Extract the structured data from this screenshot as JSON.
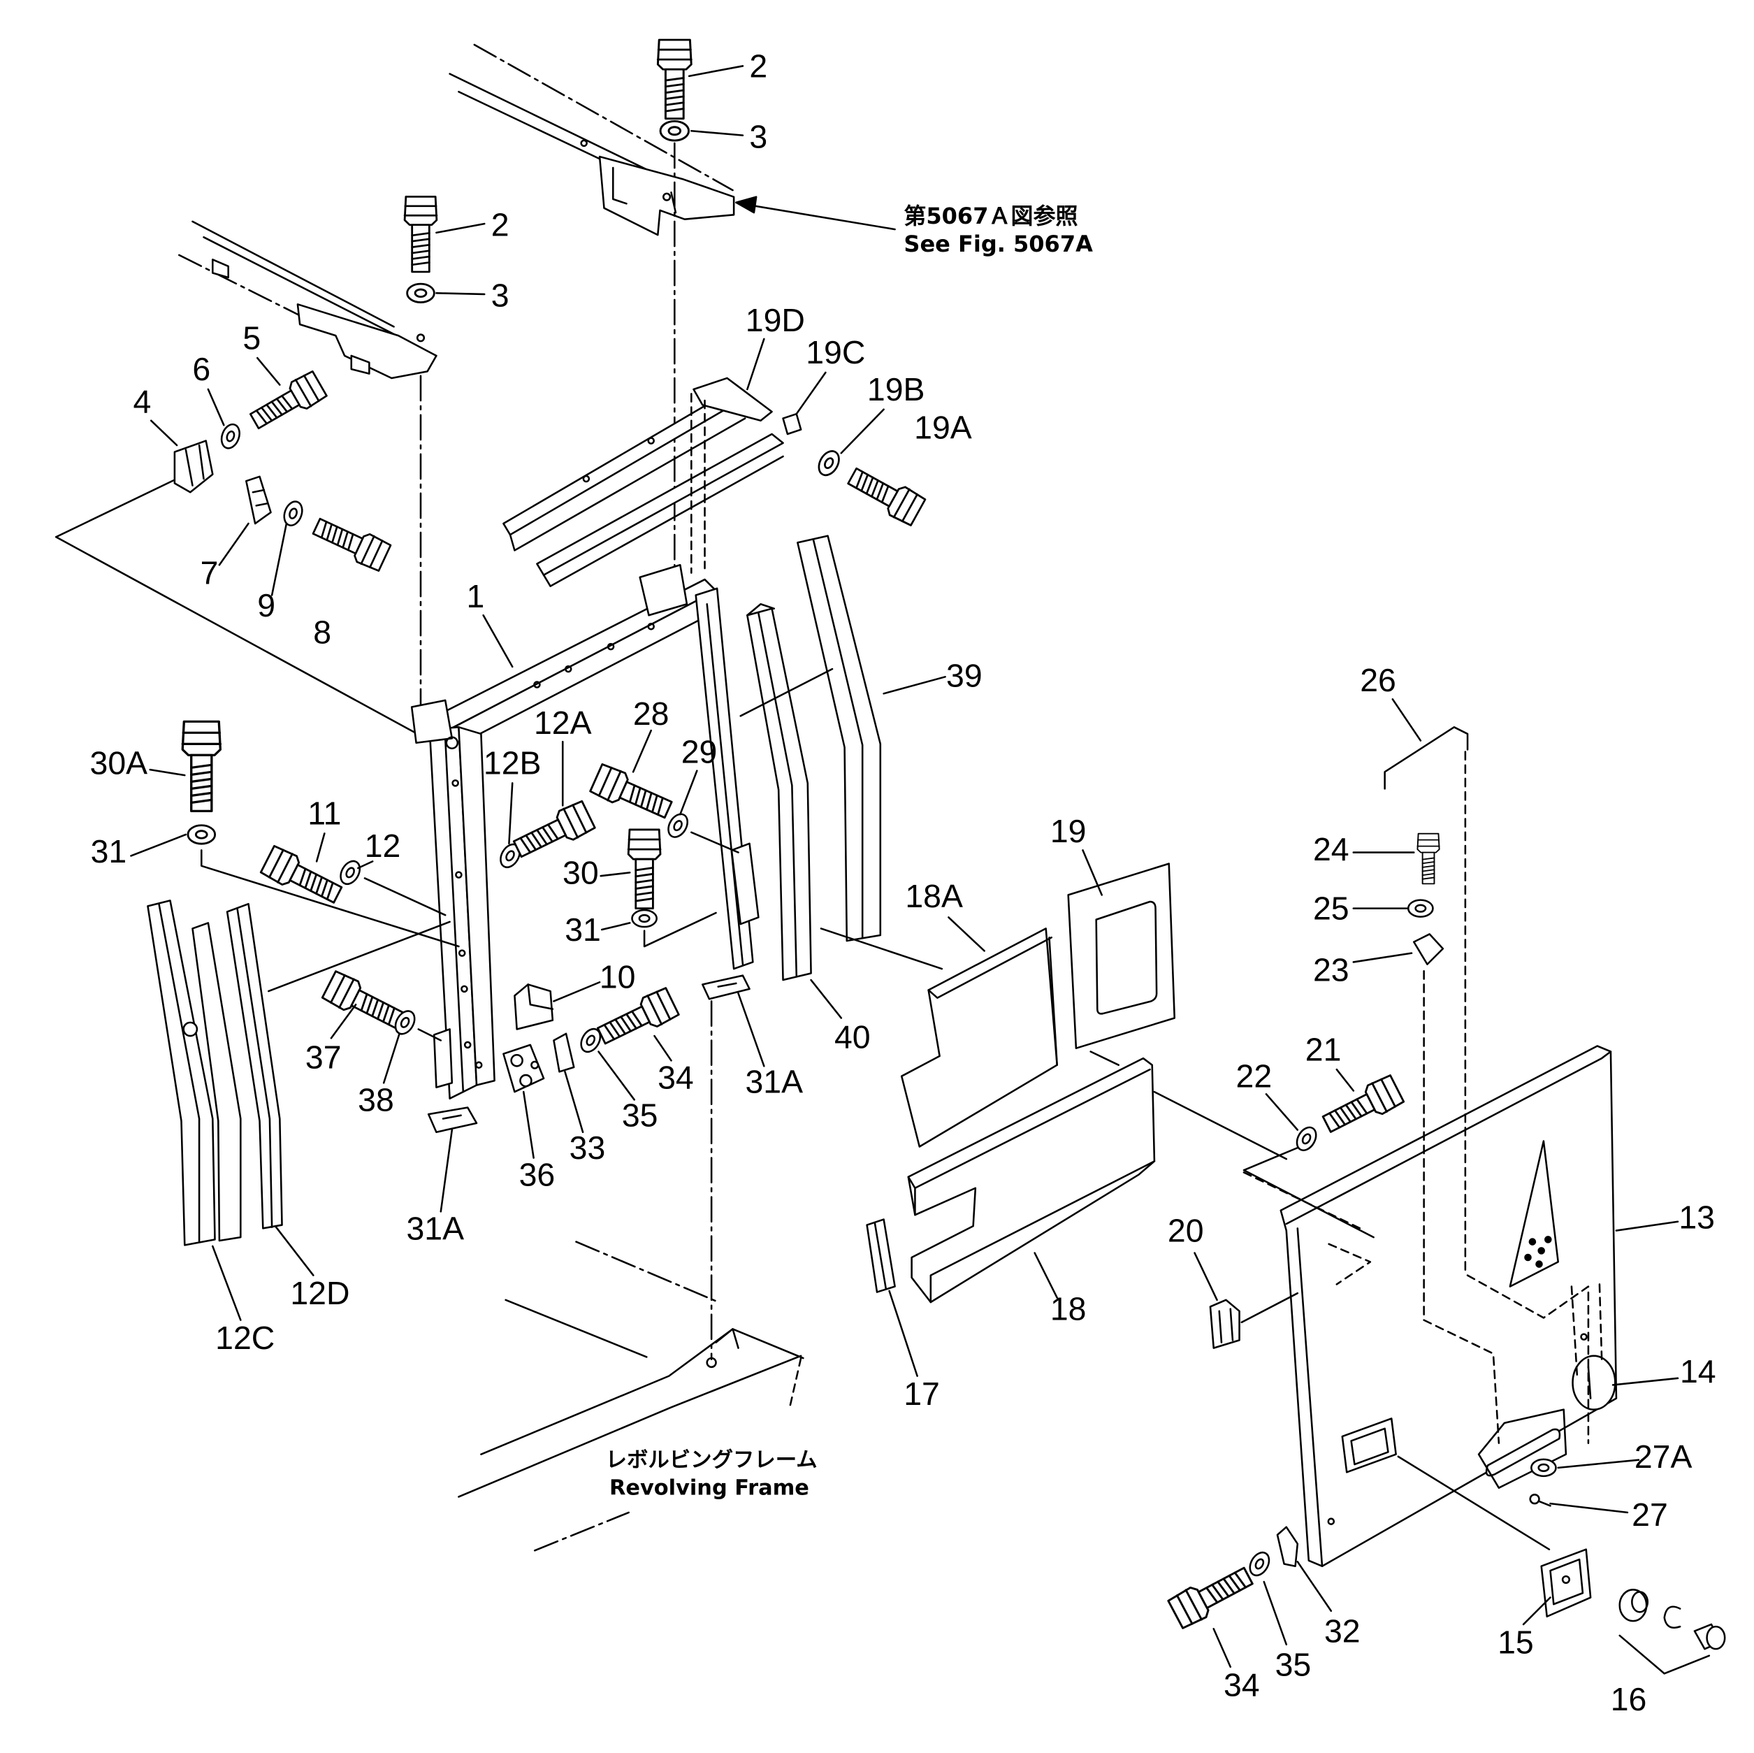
{
  "notes": {
    "see_fig_jp": "第5067Ａ図参照",
    "see_fig_en": "See  Fig.  5067A",
    "frame_jp": "レボルビングフレーム",
    "frame_en": "Revolving  Frame"
  },
  "labels": {
    "item_2_upper": "2",
    "item_3_upper": "3",
    "item_2_lower": "2",
    "item_3_lower": "3",
    "item_19d": "19D",
    "item_19c": "19C",
    "item_19b": "19B",
    "item_19a": "19A",
    "item_5": "5",
    "item_6": "6",
    "item_4": "4",
    "item_7": "7",
    "item_9": "9",
    "item_8": "8",
    "item_1": "1",
    "item_26": "26",
    "item_39": "39",
    "item_12a": "12A",
    "item_28": "28",
    "item_30a": "30A",
    "item_12b": "12B",
    "item_29": "29",
    "item_11": "11",
    "item_12": "12",
    "item_31_left": "31",
    "item_19": "19",
    "item_24": "24",
    "item_30": "30",
    "item_18a": "18A",
    "item_25": "25",
    "item_31_mid": "31",
    "item_23": "23",
    "item_10": "10",
    "item_37": "37",
    "item_21": "21",
    "item_40": "40",
    "item_22": "22",
    "item_34_mid": "34",
    "item_38": "38",
    "item_31a_mid": "31A",
    "item_35_mid": "35",
    "item_33": "33",
    "item_36": "36",
    "item_31a_low": "31A",
    "item_20": "20",
    "item_13": "13",
    "item_12d": "12D",
    "item_18": "18",
    "item_12c": "12C",
    "item_17": "17",
    "item_14": "14",
    "item_27a": "27A",
    "item_27": "27",
    "item_32": "32",
    "item_15": "15",
    "item_34_low": "34",
    "item_35_low": "35",
    "item_16": "16"
  },
  "colors": {
    "ink": "#000000",
    "paper": "#ffffff"
  }
}
